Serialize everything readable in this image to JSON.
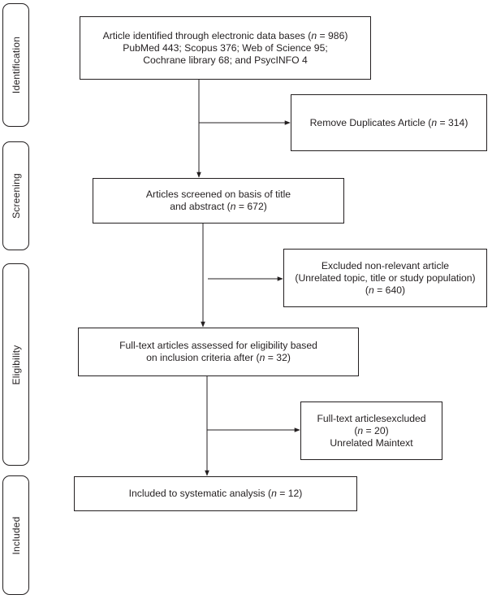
{
  "phases": {
    "identification": "Identification",
    "screening": "Screening",
    "eligibility": "Eligibility",
    "included": "Included"
  },
  "boxes": {
    "identified": {
      "line1": "Article identified through electronic data bases (n = 986)",
      "line2": "PubMed 443; Scopus 376; Web of Science 95;",
      "line3": "Cochrane library 68; and PsycINFO  4"
    },
    "duplicates": {
      "line1": "Remove Duplicates Article (n = 314)"
    },
    "screened": {
      "line1": "Articles screened on basis of title",
      "line2": "and abstract (n = 672)"
    },
    "excluded_nonrelevant": {
      "line1": "Excluded non-relevant article",
      "line2": "(Unrelated topic, title or study population)",
      "line3": "(n = 640)"
    },
    "fulltext_assessed": {
      "line1": "Full-text articles assessed for eligibility based",
      "line2": "on inclusion criteria after (n = 32)"
    },
    "fulltext_excluded": {
      "line1": "Full-text articlesexcluded",
      "line2": "(n = 20)",
      "line3": "Unrelated Maintext"
    },
    "included": {
      "line1": "Included to systematic analysis (n = 12)"
    }
  }
}
